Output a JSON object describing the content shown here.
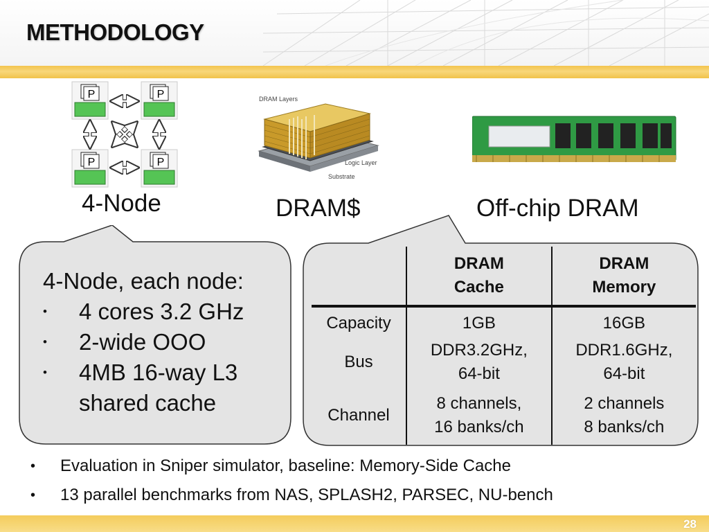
{
  "slide": {
    "title": "METHODOLOGY",
    "page_number": "28"
  },
  "images": {
    "node": {
      "processor_label": "P",
      "caption": "4-Node"
    },
    "dram_cache": {
      "caption": "DRAM$",
      "label_top": "DRAM Layers",
      "label_logic": "Logic Layer",
      "label_substrate": "Substrate"
    },
    "offchip": {
      "caption": "Off-chip DRAM"
    }
  },
  "node_spec": {
    "heading": "4-Node, each node:",
    "bullet_glyph": "•",
    "items": [
      "4 cores 3.2 GHz",
      "2-wide OOO",
      "4MB 16-way L3",
      "shared cache"
    ]
  },
  "dram_table": {
    "headers": [
      "",
      "DRAM\nCache",
      "DRAM\nMemory"
    ],
    "header_cache_line1": "DRAM",
    "header_cache_line2": "Cache",
    "header_memory_line1": "DRAM",
    "header_memory_line2": "Memory",
    "rows": [
      {
        "label": "Capacity",
        "cache": "1GB",
        "memory": "16GB"
      },
      {
        "label": "Bus",
        "cache_line1": "DDR3.2GHz,",
        "cache_line2": "64-bit",
        "memory_line1": "DDR1.6GHz,",
        "memory_line2": "64-bit"
      },
      {
        "label": "Channel",
        "cache_line1": "8 channels,",
        "cache_line2": "16 banks/ch",
        "memory_line1": "2 channels",
        "memory_line2": "8 banks/ch"
      }
    ]
  },
  "bottom_bullets": {
    "glyph": "•",
    "items": [
      "Evaluation in Sniper simulator, baseline: Memory-Side Cache",
      "13 parallel benchmarks from NAS, SPLASH2, PARSEC, NU-bench"
    ]
  },
  "colors": {
    "gold": "#f3c44d",
    "callout_fill": "#e4e4e4",
    "node_green": "#55c455",
    "dimm_green": "#2f9a44",
    "dram_gold": "#d6aa3a"
  }
}
